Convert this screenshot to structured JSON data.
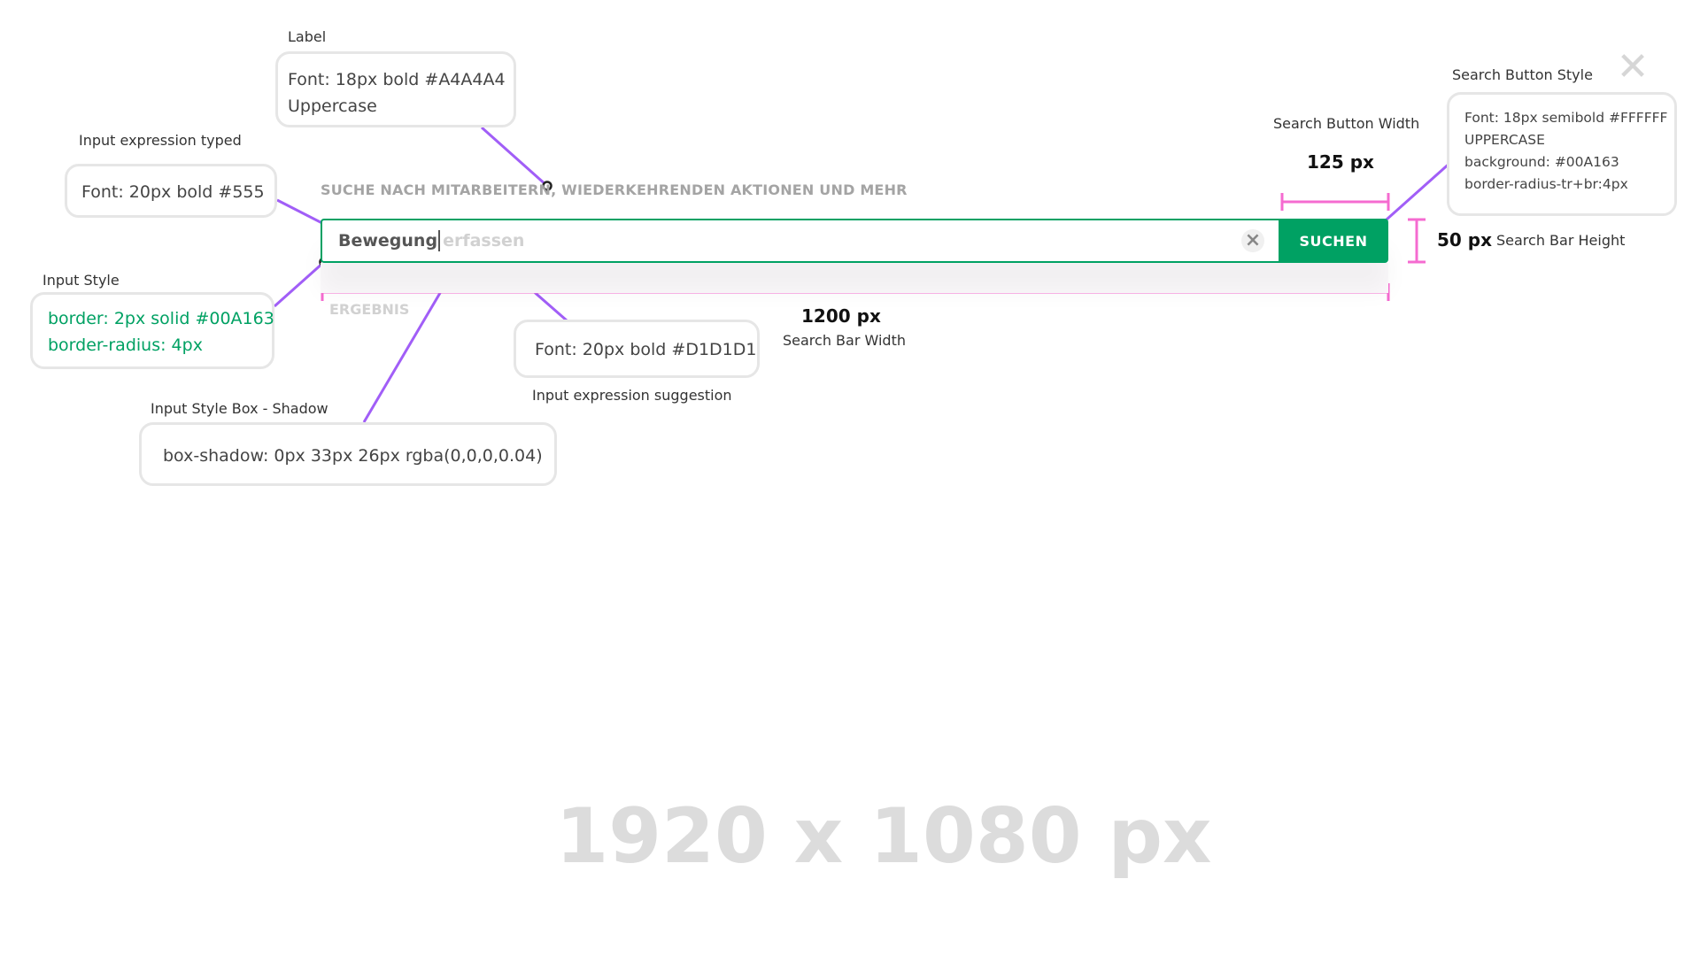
{
  "search": {
    "label": "SUCHE NACH MITARBEITERN, WIEDERKEHRENDEN AKTIONEN UND MEHR",
    "typed_value": "Bewegung",
    "suggestion": "erfassen",
    "clear_icon": "×",
    "button_label": "SUCHEN",
    "result_label": "ERGEBNIS"
  },
  "colors": {
    "accent": "#00A163",
    "label_text": "#A4A4A4",
    "typed_text": "#555555",
    "suggestion_text": "#D1D1D1",
    "annotation_line": "#A15EF7",
    "dimension_line": "#F56BD0"
  },
  "annotations": {
    "label": {
      "caption": "Label",
      "lines": [
        "Font: 18px bold #A4A4A4",
        "Uppercase"
      ]
    },
    "typed": {
      "caption": "Input expression typed",
      "lines": [
        "Font: 20px bold #555"
      ]
    },
    "input_style": {
      "caption": "Input Style",
      "lines": [
        "border: 2px solid #00A163",
        "border-radius: 4px"
      ]
    },
    "suggestion": {
      "caption": "Input expression suggestion",
      "lines": [
        "Font: 20px bold #D1D1D1"
      ]
    },
    "shadow": {
      "caption": "Input Style Box - Shadow",
      "lines": [
        "box-shadow: 0px 33px 26px rgba(0,0,0,0.04)"
      ]
    },
    "button_style": {
      "caption": "Search Button Style",
      "lines": [
        "Font: 18px semibold #FFFFFF",
        "UPPERCASE",
        "background: #00A163",
        "border-radius-tr+br:4px"
      ]
    }
  },
  "dimensions": {
    "button_width": {
      "caption": "Search Button Width",
      "value": "125 px"
    },
    "bar_height": {
      "caption": "Search Bar Height",
      "value": "50 px"
    },
    "bar_width": {
      "caption": "Search Bar Width",
      "value": "1200 px"
    }
  },
  "close_icon": "✕",
  "canvas_size": "1920 x 1080 px"
}
